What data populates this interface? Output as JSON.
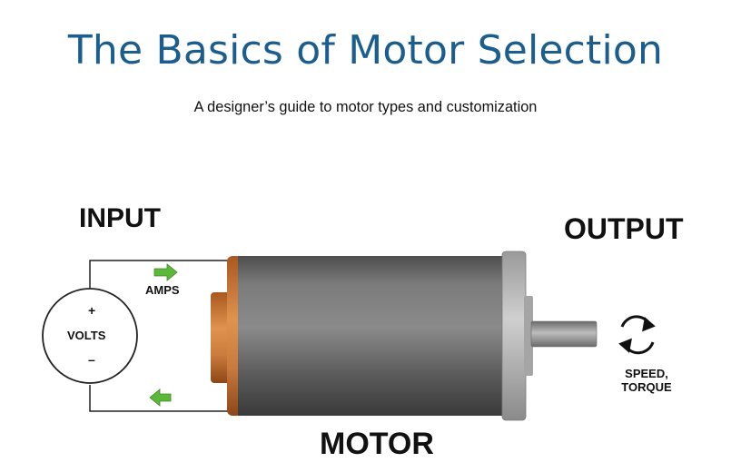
{
  "header": {
    "title": "The Basics of Motor Selection",
    "subtitle": "A designer’s guide to motor types and customization"
  },
  "diagram": {
    "input_label": "INPUT",
    "output_label": "OUTPUT",
    "motor_label": "MOTOR",
    "amps_label": "AMPS",
    "volts_label": "VOLTS",
    "plus_sign": "+",
    "minus_sign": "–",
    "speed_label": "SPEED,",
    "torque_label": "TORQUE",
    "arrow_color": "#5cb83a",
    "motor_body_color": "#6d6d6d",
    "motor_endcap_color": "#c9763a",
    "title_color": "#1b5e8e"
  }
}
